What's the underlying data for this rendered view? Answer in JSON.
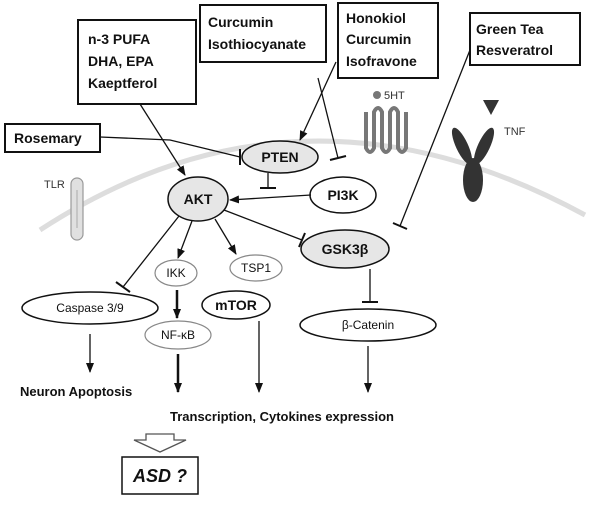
{
  "compounds": {
    "pufa": [
      "n-3 PUFA",
      "DHA, EPA",
      "Kaeptferol"
    ],
    "curcumin_iso": [
      "Curcumin",
      "Isothiocyanate"
    ],
    "honokiol": [
      "Honokiol",
      "Curcumin",
      "Isofravone"
    ],
    "greentea": [
      "Green Tea",
      "Resveratrol"
    ],
    "rosemary": "Rosemary"
  },
  "nodes": {
    "pten": "PTEN",
    "pi3k": "PI3K",
    "akt": "AKT",
    "gsk3b": "GSK3β",
    "ikk": "IKK",
    "tsp1": "TSP1",
    "mtor": "mTOR",
    "nfkb": "NF-κB",
    "caspase": "Caspase 3/9",
    "bcatenin": "β-Catenin"
  },
  "receptors": {
    "tlr": "TLR",
    "fivehttext": "5HT",
    "tnf": "TNF"
  },
  "outcomes": {
    "apoptosis": "Neuron Apoptosis",
    "transcription": "Transcription, Cytokines expression",
    "asd": "ASD ?"
  },
  "colors": {
    "membrane": "#dddddd",
    "node_fill": "#e6e6e6",
    "receptor": "#666666",
    "tnf_receptor": "#333333"
  }
}
